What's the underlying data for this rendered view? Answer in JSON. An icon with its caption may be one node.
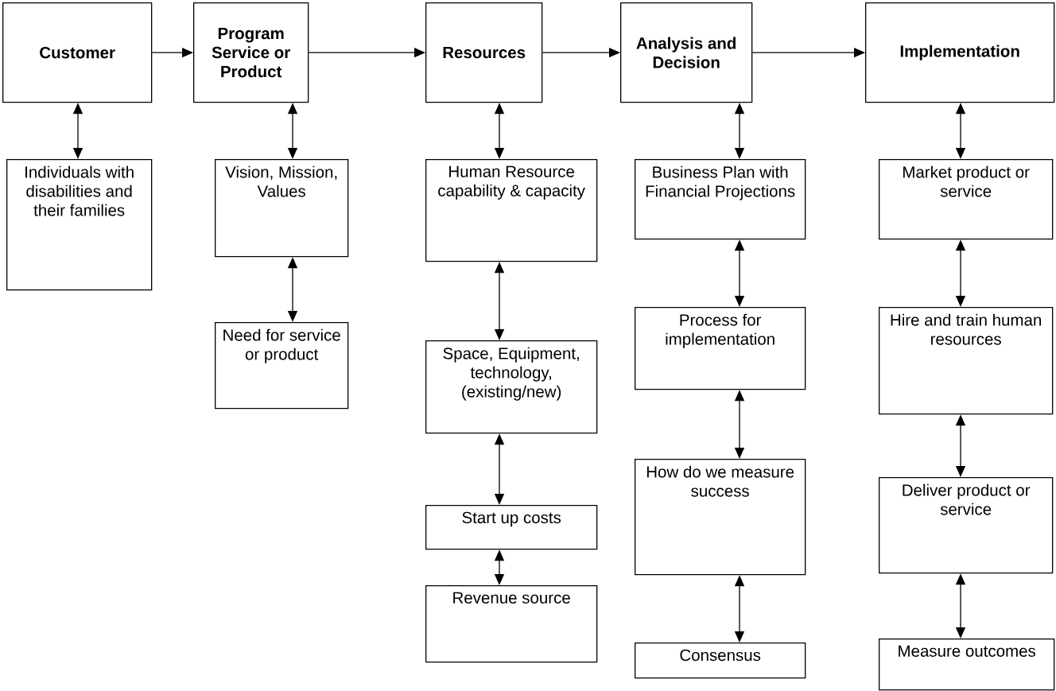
{
  "diagram": {
    "nodes": [
      {
        "text": [
          "Customer"
        ]
      },
      {
        "text": [
          "Program Service or Product"
        ]
      },
      {
        "text": [
          "Resources"
        ]
      },
      {
        "text": [
          "Analysis and Decision"
        ]
      },
      {
        "text": [
          "Implementation"
        ]
      },
      {
        "text": [
          "Individuals with disabilities and their families"
        ]
      },
      {
        "text": [
          "Vision, Mission, Values"
        ]
      },
      {
        "text": [
          "Need for service or product"
        ]
      },
      {
        "text": [
          "Human Resource capability & capacity"
        ]
      },
      {
        "text": [
          "Space, Equipment, technology, (existing/new)"
        ]
      },
      {
        "text": [
          "Start up costs"
        ]
      },
      {
        "text": [
          "Revenue source"
        ]
      },
      {
        "text": [
          "Business Plan with Financial Projections"
        ]
      },
      {
        "text": [
          "Process for implementation"
        ]
      },
      {
        "text": [
          "How do we measure success"
        ]
      },
      {
        "text": [
          "Consensus"
        ]
      },
      {
        "text": [
          "Market product or service"
        ]
      },
      {
        "text": [
          "Hire and train human resources"
        ]
      },
      {
        "text": [
          "Deliver product or service"
        ]
      },
      {
        "text": [
          "Measure outcomes"
        ]
      }
    ],
    "edges": [
      {
        "from": 0,
        "to": 1,
        "arrow": "to"
      },
      {
        "from": 1,
        "to": 2,
        "arrow": "to"
      },
      {
        "from": 2,
        "to": 3,
        "arrow": "to"
      },
      {
        "from": 3,
        "to": 4,
        "arrow": "to"
      },
      {
        "from": 0,
        "to": 5,
        "arrow": "both"
      },
      {
        "from": 1,
        "to": 6,
        "arrow": "both"
      },
      {
        "from": 6,
        "to": 7,
        "arrow": "both"
      },
      {
        "from": 2,
        "to": 8,
        "arrow": "both"
      },
      {
        "from": 8,
        "to": 9,
        "arrow": "both"
      },
      {
        "from": 9,
        "to": 10,
        "arrow": "both"
      },
      {
        "from": 10,
        "to": 11,
        "arrow": "both"
      },
      {
        "from": 3,
        "to": 12,
        "arrow": "both"
      },
      {
        "from": 12,
        "to": 13,
        "arrow": "both"
      },
      {
        "from": 13,
        "to": 14,
        "arrow": "both"
      },
      {
        "from": 14,
        "to": 15,
        "arrow": "both"
      },
      {
        "from": 4,
        "to": 16,
        "arrow": "both"
      },
      {
        "from": 16,
        "to": 17,
        "arrow": "both"
      },
      {
        "from": 17,
        "to": 18,
        "arrow": "both"
      },
      {
        "from": 18,
        "to": 19,
        "arrow": "both"
      }
    ]
  }
}
